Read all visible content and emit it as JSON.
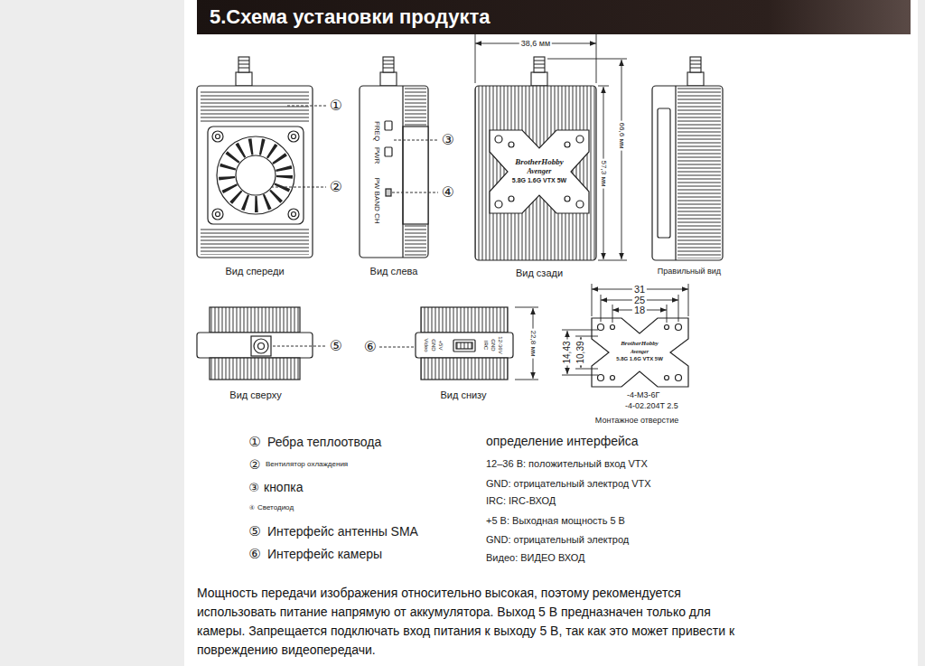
{
  "diagram": {
    "title": "5.Схема установки продукта",
    "labels": [
      "①",
      "②",
      "FREQ",
      "PWR",
      "PW BAND CH",
      "③",
      "④",
      "38,6 мм",
      "BrotherHobby",
      "Avenger",
      "5.8G 1.6G VTX 5W",
      "57,3 мм",
      "66,6 мм",
      "Вид спереди",
      "Вид слева",
      "Вид сзади",
      "Правильный вид",
      "31",
      "25",
      "18",
      "14,43",
      "10,39",
      "BrotherHobby",
      "Avenger",
      "5.8G 1.6G VTX 5W",
      "-4-M3-6Г",
      "-4-02.204T 2.5",
      "⑤",
      "⑥",
      "Video",
      "GND",
      "+5V",
      "IRC",
      "GND",
      "12-36V",
      "22,8 мм",
      "Вид сверху",
      "Вид снизу",
      "Монтажное отверстие",
      "①",
      "Ребра теплоотвода",
      "②",
      "Вентилятор охлаждения",
      "③",
      "кнопка",
      "④",
      "Светодиод",
      "⑤",
      "Интерфейс антенны SMA",
      "⑥",
      "Интерфейс камеры",
      "определение интерфейса",
      "12–36 В: положительный вход VTX",
      "GND: отрицательный электрод VTX",
      "IRC: IRC-ВХОД",
      "+5 В: Выходная мощность 5 В",
      "GND: отрицательный электрод",
      "Видео: ВИДЕО ВХОД",
      "Мощность передачи изображения относительно высокая, поэтому рекомендуется использовать питание напрямую от аккумулятора. Выход 5 В предназначен только для камеры. Запрещается подключать вход питания к выходу 5 В, так как это может привести к повреждению видеопередачи."
    ]
  }
}
